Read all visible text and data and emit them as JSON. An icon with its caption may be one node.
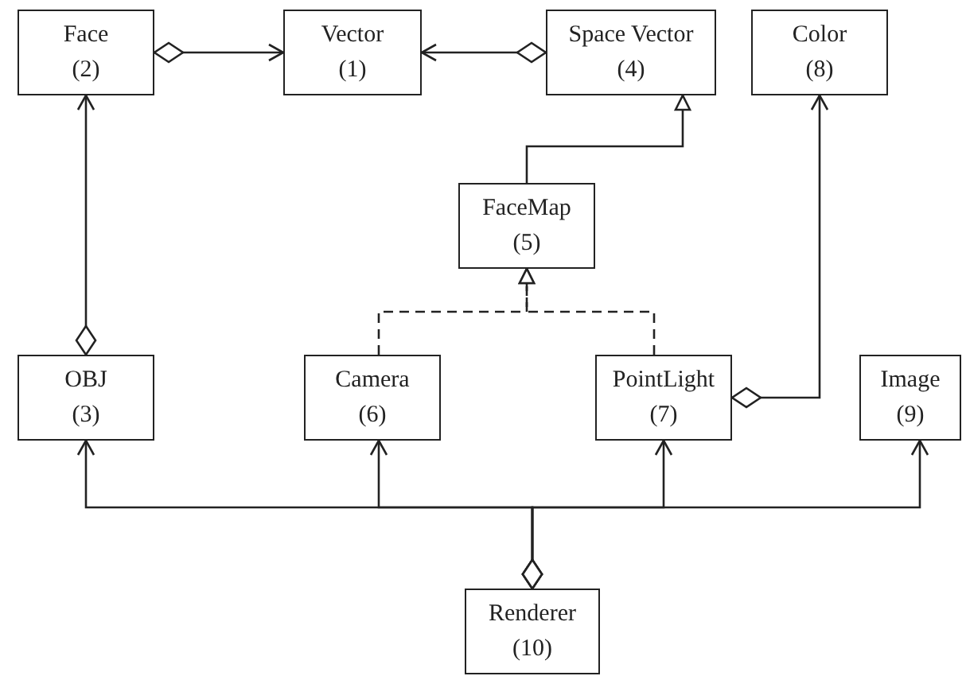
{
  "diagram": {
    "nodes": [
      {
        "text": [
          "Face",
          "(2)"
        ]
      },
      {
        "text": [
          "Vector",
          "(1)"
        ]
      },
      {
        "text": [
          "Space Vector",
          "(4)"
        ]
      },
      {
        "text": [
          "Color",
          "(8)"
        ]
      },
      {
        "text": [
          "FaceMap",
          "(5)"
        ]
      },
      {
        "text": [
          "OBJ",
          "(3)"
        ]
      },
      {
        "text": [
          "Camera",
          "(6)"
        ]
      },
      {
        "text": [
          "PointLight",
          "(7)"
        ]
      },
      {
        "text": [
          "Image",
          "(9)"
        ]
      },
      {
        "text": [
          "Renderer",
          "(10)"
        ]
      }
    ],
    "edges": [
      {
        "from": 0,
        "to": 1,
        "arrow": "to"
      },
      {
        "from": 2,
        "to": 1,
        "arrow": "to"
      },
      {
        "from": 4,
        "to": 2,
        "arrow": "to"
      },
      {
        "from": 6,
        "to": 4,
        "arrow": "to",
        "style": "dashed"
      },
      {
        "from": 7,
        "to": 4,
        "arrow": "to",
        "style": "dashed"
      },
      {
        "from": 5,
        "to": 0,
        "arrow": "to"
      },
      {
        "from": 7,
        "to": 3,
        "arrow": "to"
      },
      {
        "from": 9,
        "to": 5,
        "arrow": "to"
      },
      {
        "from": 9,
        "to": 6,
        "arrow": "to"
      },
      {
        "from": 9,
        "to": 7,
        "arrow": "to"
      },
      {
        "from": 9,
        "to": 8,
        "arrow": "to"
      }
    ]
  }
}
